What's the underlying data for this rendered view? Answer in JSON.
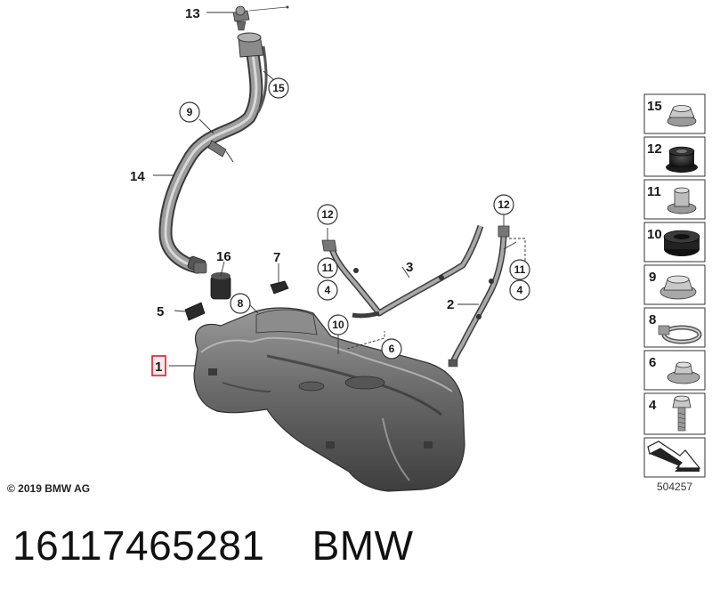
{
  "callouts": {
    "c1": "1",
    "c2": "2",
    "c3": "3",
    "c4a": "4",
    "c4b": "4",
    "c5": "5",
    "c6": "6",
    "c7": "7",
    "c8": "8",
    "c9": "9",
    "c10": "10",
    "c11a": "11",
    "c11b": "11",
    "c12a": "12",
    "c12b": "12",
    "c13": "13",
    "c14": "14",
    "c15": "15",
    "c16": "16"
  },
  "thumbnails": [
    {
      "label": "15",
      "icon": "hex-flange-nut-icon"
    },
    {
      "label": "12",
      "icon": "rubber-grommet-icon"
    },
    {
      "label": "11",
      "icon": "collar-nut-icon"
    },
    {
      "label": "10",
      "icon": "rubber-ring-icon"
    },
    {
      "label": "9",
      "icon": "hex-nut-washer-icon"
    },
    {
      "label": "8",
      "icon": "hose-clamp-icon"
    },
    {
      "label": "6",
      "icon": "flange-nut-icon"
    },
    {
      "label": "4",
      "icon": "hex-bolt-icon"
    }
  ],
  "footer": {
    "copyright": "© 2019 BMW AG",
    "diagram_id": "504257"
  },
  "caption": {
    "part_number": "16117465281",
    "brand": "BMW"
  },
  "colors": {
    "tank_dark": "#4a4a4a",
    "tank_mid": "#7d7d7d",
    "tank_light": "#b5b5b5",
    "highlight": "#d21f2b"
  }
}
